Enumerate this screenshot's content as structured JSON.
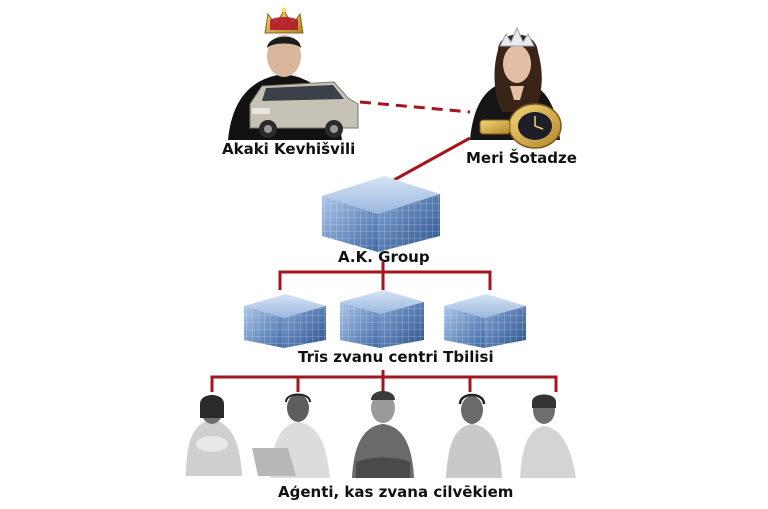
{
  "people": {
    "left": {
      "name": "Akaki Kevhišvili",
      "crown": "king-crown-icon",
      "item": "suv-car-icon"
    },
    "right": {
      "name": "Meri Šotadze",
      "crown": "tiara-icon",
      "item": "wristwatch-icon"
    }
  },
  "company": {
    "name": "A.K. Group"
  },
  "call_centers": {
    "label": "Trīs zvanu centri Tbilisi",
    "count": 3
  },
  "agents": {
    "label": "Aģenti, kas zvana cilvēkiem",
    "count": 5
  },
  "colors": {
    "connector": "#a3151f",
    "building": "#5b82b8",
    "text": "#111111"
  }
}
